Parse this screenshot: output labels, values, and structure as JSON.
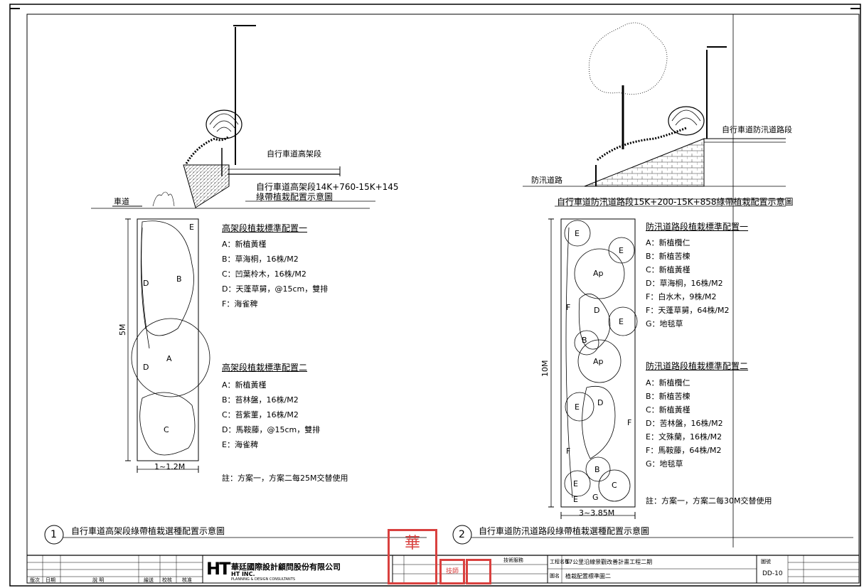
{
  "left_section": {
    "callout_label": "自行車道高架段",
    "roadway_label": "車道",
    "section_title_line1": "自行車道高架段14K+760-15K+145",
    "section_title_line2": "綠帶植栽配置示意圖",
    "dim_vertical": "5M",
    "dim_horizontal": "1~1.2M",
    "plan_letters": [
      "E",
      "B",
      "D",
      "D",
      "A",
      "C"
    ],
    "scheme1_title": "高架段植栽標準配置一",
    "scheme1_items": [
      "A：新植黃槿",
      "B：草海桐，16株/M2",
      "C：凹葉柃木，16株/M2",
      "D：天蓬草舅，@15cm，雙排",
      "F：海雀稗"
    ],
    "scheme2_title": "高架段植栽標準配置二",
    "scheme2_items": [
      "A：新植黃槿",
      "B：苔林盤，16株/M2",
      "C：苔紫菫，16株/M2",
      "D：馬鞍藤，@15cm，雙排",
      "E：海雀稗"
    ],
    "note": "註：方案一，方案二每25M交替使用",
    "drawing_no": "1",
    "drawing_title": "自行車道高架段綠帶植栽選種配置示意圖"
  },
  "right_section": {
    "callout_label": "自行車道防汛道路段",
    "road_label": "防汛道路",
    "section_title": "自行車道防汛道路段15K+200-15K+858綠帶植栽配置示意圖",
    "dim_vertical": "10M",
    "dim_horizontal": "3~3.85M",
    "plan_letters": [
      "E",
      "E",
      "Ap",
      "D",
      "E",
      "F",
      "B",
      "Ap",
      "E",
      "D",
      "F",
      "F",
      "B",
      "E",
      "G",
      "C",
      "E"
    ],
    "scheme1_title": "防汛道路段植栽標準配置一",
    "scheme1_items": [
      "A：新植欖仁",
      "B：新植苦楝",
      "C：新植黃槿",
      "D：草海桐，16株/M2",
      "F：白水木，9株/M2",
      "F：天蓬草舅，64株/M2",
      "G：地毯草"
    ],
    "scheme2_title": "防汛道路段植栽標準配置二",
    "scheme2_items": [
      "A：新植欖仁",
      "B：新植苦楝",
      "C：新植黃槿",
      "D：苦林盤，16株/M2",
      "E：文殊蘭，16株/M2",
      "F：馬鞍藤，64株/M2",
      "G：地毯草"
    ],
    "note": "註：方案一，方案二每30M交替使用",
    "drawing_no": "2",
    "drawing_title": "自行車道防汛道路段綠帶植栽選種配置示意圖"
  },
  "title_block": {
    "rev_headers": [
      "版次",
      "日期",
      "說 明",
      "繪送",
      "校核",
      "核准"
    ],
    "company_logo_text": "HT",
    "company_name": "華廷國際設計顧問股份有限公司",
    "company_name_en": "HT INC.",
    "company_sub": "PLANNING & DESIGN CONSULTANTS",
    "project_label": "工程名稱",
    "project_name": "17公里沿線景觀改善計畫工程二期",
    "drawing_label": "圖名",
    "drawing_name": "植栽配置標準圖二",
    "sheet_label": "圖號",
    "sheet_no": "DD-10",
    "seal_texts": [
      "華",
      "技師"
    ],
    "stamp_label": "技術服務"
  },
  "colors": {
    "line": "#000000",
    "seal_red": "#d9413f",
    "background": "#ffffff"
  }
}
